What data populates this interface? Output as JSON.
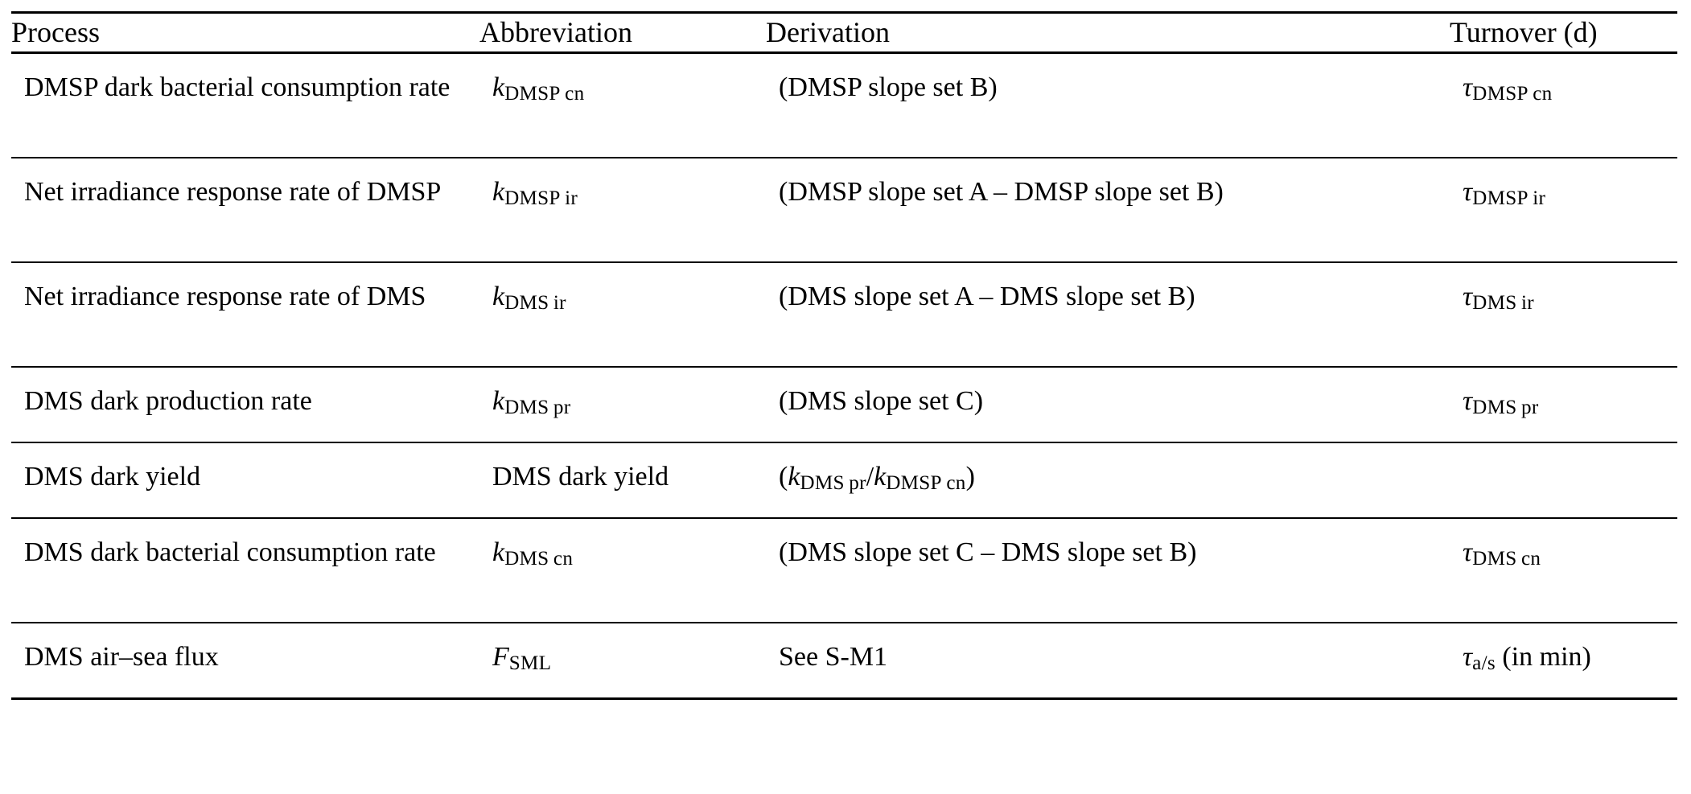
{
  "table": {
    "columns": [
      {
        "key": "process",
        "label": "Process"
      },
      {
        "key": "abbrev",
        "label": "Abbreviation"
      },
      {
        "key": "derivation",
        "label": "Derivation"
      },
      {
        "key": "turnover",
        "label": "Turnover (d)"
      }
    ],
    "rows": [
      {
        "process": "DMSP dark bacterial consumption rate",
        "abbrev": {
          "symbol": "k",
          "italic": true,
          "sub_main": "DMSP",
          "sub_tail": "cn"
        },
        "derivation": "(DMSP slope set B)",
        "turnover": {
          "symbol": "τ",
          "italic": true,
          "sub_main": "DMSP",
          "sub_tail": "cn",
          "suffix": ""
        }
      },
      {
        "process": "Net irradiance response rate of DMSP",
        "abbrev": {
          "symbol": "k",
          "italic": true,
          "sub_main": "DMSP",
          "sub_tail": "ir"
        },
        "derivation": "(DMSP slope set A – DMSP slope set B)",
        "turnover": {
          "symbol": "τ",
          "italic": true,
          "sub_main": "DMSP",
          "sub_tail": "ir",
          "suffix": ""
        }
      },
      {
        "process": "Net irradiance response rate of DMS",
        "abbrev": {
          "symbol": "k",
          "italic": true,
          "sub_main": "DMS",
          "sub_tail": "ir"
        },
        "derivation": "(DMS slope set A – DMS slope set B)",
        "turnover": {
          "symbol": "τ",
          "italic": true,
          "sub_main": "DMS",
          "sub_tail": "ir",
          "suffix": ""
        }
      },
      {
        "process": "DMS dark production rate",
        "abbrev": {
          "symbol": "k",
          "italic": true,
          "sub_main": "DMS",
          "sub_tail": "pr"
        },
        "derivation": "(DMS slope set C)",
        "turnover": {
          "symbol": "τ",
          "italic": true,
          "sub_main": "DMS",
          "sub_tail": "pr",
          "suffix": ""
        }
      },
      {
        "process": "DMS dark yield",
        "abbrev": {
          "plain_text": "DMS dark yield"
        },
        "derivation_fraction": {
          "open": "(",
          "numerator": {
            "symbol": "k",
            "italic": true,
            "sub_main": "DMS",
            "sub_tail": "pr"
          },
          "divider": "/",
          "denominator": {
            "symbol": "k",
            "italic": true,
            "sub_main": "DMSP",
            "sub_tail": "cn"
          },
          "close": ")"
        },
        "turnover": null
      },
      {
        "process": "DMS dark bacterial consumption rate",
        "abbrev": {
          "symbol": "k",
          "italic": true,
          "sub_main": "DMS",
          "sub_tail": "cn"
        },
        "derivation": "(DMS slope set C – DMS slope set B)",
        "turnover": {
          "symbol": "τ",
          "italic": true,
          "sub_main": "DMS",
          "sub_tail": "cn",
          "suffix": ""
        }
      },
      {
        "process": "DMS air–sea flux",
        "abbrev": {
          "symbol": "F",
          "italic": true,
          "sub_main": "SML",
          "sub_tail": ""
        },
        "derivation": "See S-M1",
        "turnover": {
          "symbol": "τ",
          "italic": true,
          "sub_main": "a/s",
          "sub_tail": "",
          "suffix": " (in min)"
        }
      }
    ]
  },
  "style": {
    "text_color": "#000000",
    "background_color": "#ffffff",
    "rule_color": "#000000"
  }
}
